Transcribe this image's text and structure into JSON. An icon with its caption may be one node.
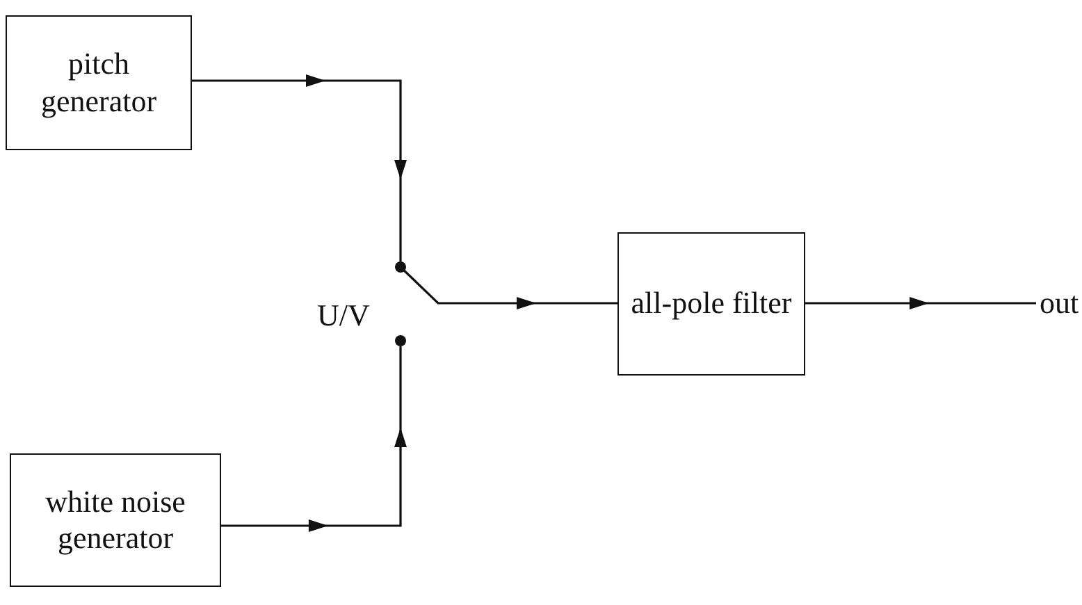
{
  "diagram": {
    "nodes": [
      {
        "text": [
          "pitch generator"
        ]
      },
      {
        "text": [
          "white noise generator"
        ]
      },
      {
        "text": [],
        "shape": "circle"
      },
      {
        "text": [],
        "shape": "circle"
      },
      {
        "text": [
          "all-pole filter"
        ]
      },
      {
        "text": [
          "out"
        ]
      }
    ],
    "edges": [
      {
        "from": 0,
        "to": 2,
        "arrow": "to"
      },
      {
        "from": 1,
        "to": 3,
        "arrow": "to"
      },
      {
        "from": 2,
        "to": 4,
        "arrow": "to"
      },
      {
        "from": 4,
        "to": 5,
        "arrow": "to"
      }
    ],
    "labels": [
      "U/V"
    ]
  }
}
